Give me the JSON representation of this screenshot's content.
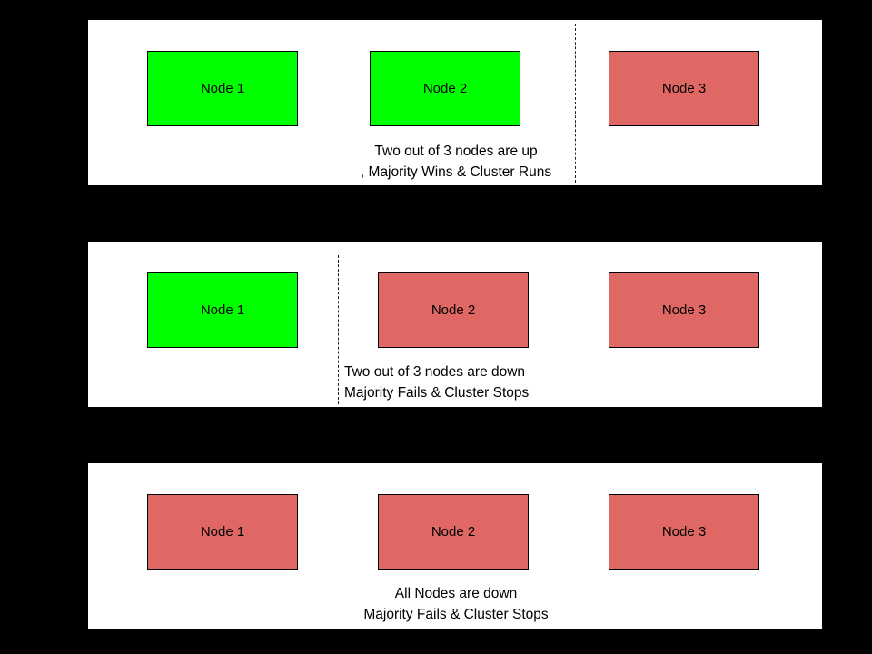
{
  "diagram": {
    "background_color": "#000000",
    "panel_background_color": "#ffffff",
    "node_up_color": "#00ff00",
    "node_down_color": "#df6764",
    "panels": [
      {
        "id": "panel-quorum-maintained",
        "nodes": [
          {
            "label": "Node 1",
            "state": "up"
          },
          {
            "label": "Node 2",
            "state": "up"
          },
          {
            "label": "Node 3",
            "state": "down"
          }
        ],
        "divider": "dashed-vertical",
        "caption_lines": [
          "Two out of 3 nodes are up",
          ", Majority Wins & Cluster Runs"
        ]
      },
      {
        "id": "panel-quorum-lost",
        "nodes": [
          {
            "label": "Node 1",
            "state": "up"
          },
          {
            "label": "Node 2",
            "state": "down"
          },
          {
            "label": "Node 3",
            "state": "down"
          }
        ],
        "divider": "dashed-vertical",
        "caption_lines": [
          "Two out of 3 nodes are down",
          "Majority Fails & Cluster Stops"
        ]
      },
      {
        "id": "panel-all-down",
        "nodes": [
          {
            "label": "Node 1",
            "state": "down"
          },
          {
            "label": "Node 2",
            "state": "down"
          },
          {
            "label": "Node 3",
            "state": "down"
          }
        ],
        "divider": "none",
        "caption_lines": [
          "All Nodes are down",
          "Majority Fails & Cluster Stops"
        ]
      }
    ]
  }
}
